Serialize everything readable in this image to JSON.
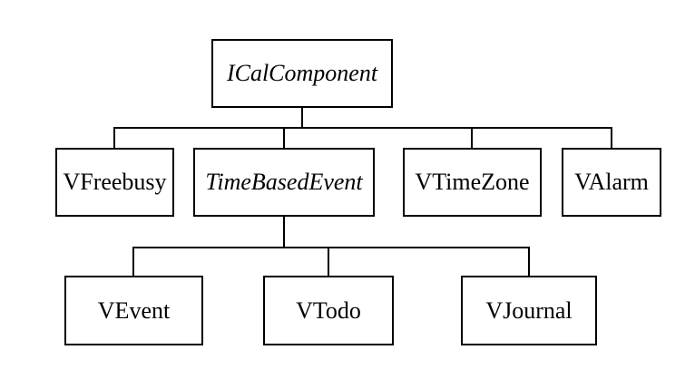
{
  "diagram": {
    "type": "class-hierarchy-tree",
    "background_color": "#ffffff",
    "line_color": "#000000",
    "nodes": {
      "ical_component": {
        "label": "ICalComponent",
        "italic": true
      },
      "vfreebusy": {
        "label": "VFreebusy",
        "italic": false
      },
      "time_based_event": {
        "label": "TimeBasedEvent",
        "italic": true
      },
      "vtimezone": {
        "label": "VTimeZone",
        "italic": false
      },
      "valarm": {
        "label": "VAlarm",
        "italic": false
      },
      "vevent": {
        "label": "VEvent",
        "italic": false
      },
      "vtodo": {
        "label": "VTodo",
        "italic": false
      },
      "vjournal": {
        "label": "VJournal",
        "italic": false
      }
    },
    "edges": [
      {
        "parent": "ICalComponent",
        "child": "VFreebusy"
      },
      {
        "parent": "ICalComponent",
        "child": "TimeBasedEvent"
      },
      {
        "parent": "ICalComponent",
        "child": "VTimeZone"
      },
      {
        "parent": "ICalComponent",
        "child": "VAlarm"
      },
      {
        "parent": "TimeBasedEvent",
        "child": "VEvent"
      },
      {
        "parent": "TimeBasedEvent",
        "child": "VTodo"
      },
      {
        "parent": "TimeBasedEvent",
        "child": "VJournal"
      }
    ]
  }
}
